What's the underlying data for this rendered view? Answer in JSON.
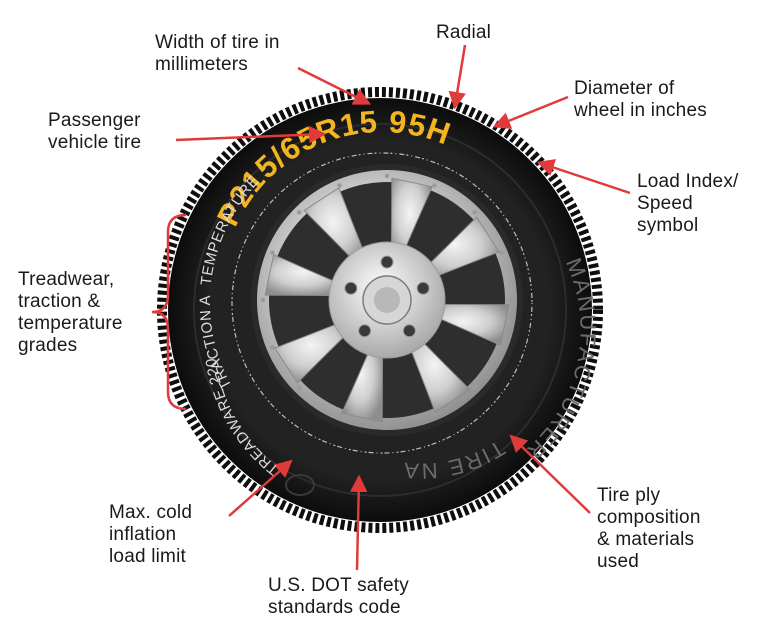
{
  "tire": {
    "size_code": "P215/65R15 95H",
    "traction": "TRACTION A",
    "temperature": "TEMPERATURE A",
    "treadwear": "TREADWARE 220",
    "manufacturer": "MANUFACTURER",
    "tire_name": "TIRE NAME"
  },
  "labels": {
    "width": [
      "Width of tire in",
      "millimeters"
    ],
    "radial": [
      "Radial"
    ],
    "diameter": [
      "Diameter of",
      "wheel in inches"
    ],
    "passenger": [
      "Passenger",
      "vehicle tire"
    ],
    "load_index": [
      "Load Index/",
      "Speed",
      "symbol"
    ],
    "grades": [
      "Treadwear,",
      "traction &",
      "temperature",
      "grades"
    ],
    "max_cold": [
      "Max. cold",
      "inflation",
      "load limit"
    ],
    "dot": [
      "U.S. DOT safety",
      "standards code"
    ],
    "ply": [
      "Tire ply",
      "composition",
      "& materials",
      "used"
    ]
  },
  "colors": {
    "arrow": "#e03a3a",
    "tire_code": "#f2b51f",
    "rubber": "#141414",
    "sidewall_text": "#d8d8d8",
    "manufacturer_text": "#5a5a5a",
    "label_text": "#1a1a1a"
  }
}
